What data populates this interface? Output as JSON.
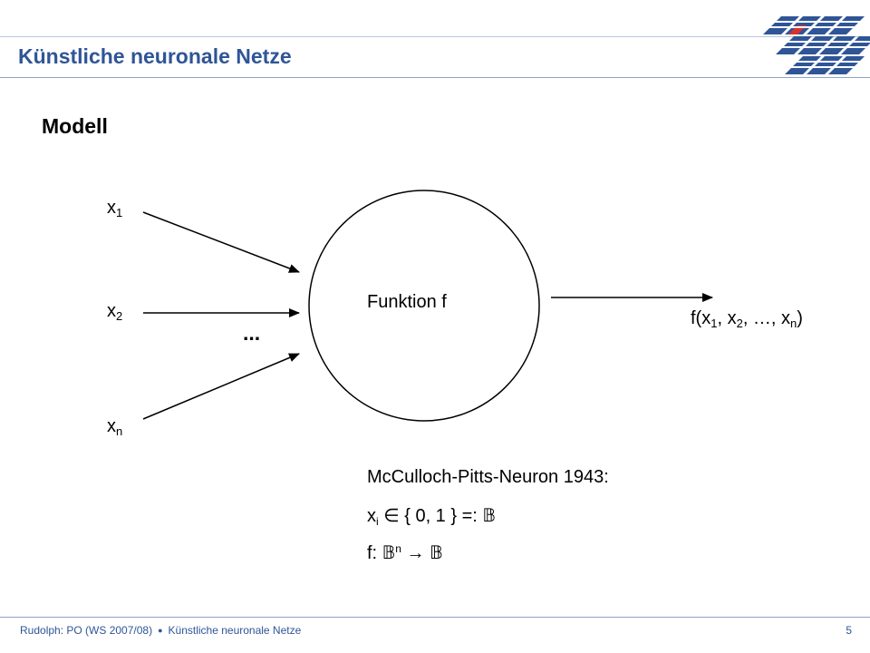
{
  "header": {
    "title": "Künstliche neuronale Netze"
  },
  "slide": {
    "heading": "Modell",
    "inputs": {
      "x1": {
        "base": "x",
        "sub": "1"
      },
      "x2": {
        "base": "x",
        "sub": "2"
      },
      "xn": {
        "base": "x",
        "sub": "n"
      },
      "ellipsis": "..."
    },
    "neuron_label": "Funktion f",
    "output": {
      "open": "f(x",
      "s1": "1",
      "c1": ", x",
      "s2": "2",
      "c2": ", …, x",
      "sn": "n",
      "close": ")"
    },
    "mcp": {
      "line1": "McCulloch-Pitts-Neuron 1943:",
      "line2_base": "x",
      "line2_sub": "i",
      "line2_rest": " ∈ { 0, 1 } =: 𝔹",
      "line3_pre": "f: 𝔹",
      "line3_sup": "n",
      "line3_post": " → 𝔹"
    }
  },
  "footer": {
    "left_text": "Rudolph: PO (WS 2007/08)",
    "bullet": "●",
    "right_text": "Künstliche neuronale Netze",
    "page_number": "5"
  },
  "colors": {
    "accent": "#2f5597",
    "logo_red": "#d9312b"
  }
}
